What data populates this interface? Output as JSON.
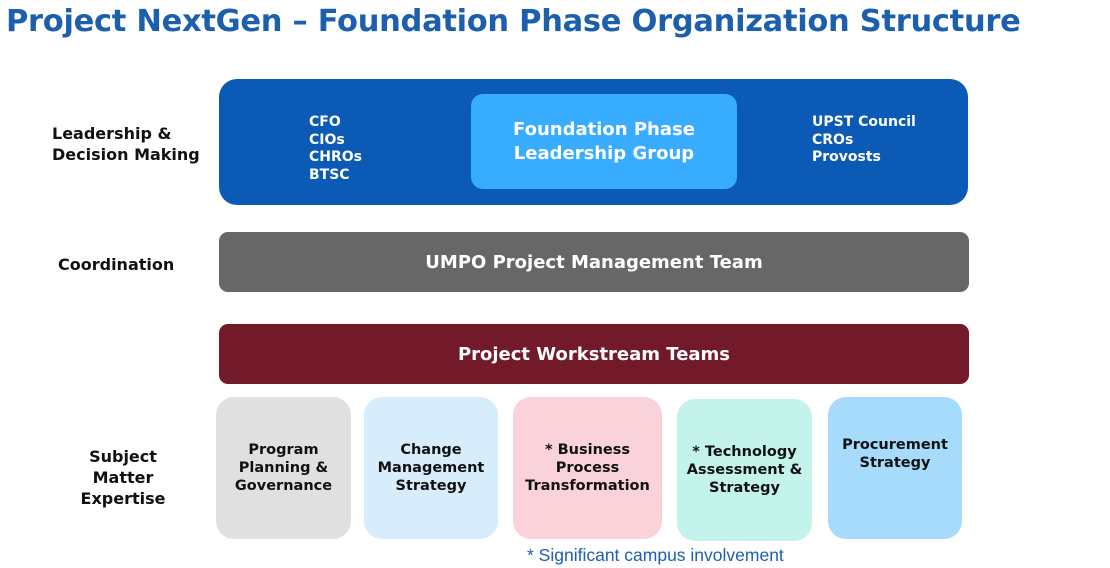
{
  "title": "Project NextGen – Foundation Phase Organization Structure",
  "rows": {
    "leadership": "Leadership &\nDecision Making",
    "coordination": "Coordination",
    "sme": "Subject Matter\nExpertise"
  },
  "leadership_box": {
    "left_list": [
      "CFO",
      "CIOs",
      "CHROs",
      "BTSC"
    ],
    "center": "Foundation Phase\nLeadership Group",
    "right_list": [
      "UPST Council",
      "CROs",
      "Provosts"
    ]
  },
  "coordination_bar": "UMPO Project Management Team",
  "workstream_bar": "Project Workstream Teams",
  "workstreams": [
    "Program\nPlanning &\nGovernance",
    "Change\nManagement\nStrategy",
    "* Business\nProcess\nTransformation",
    "* Technology\nAssessment &\nStrategy",
    "Procurement\nStrategy"
  ],
  "footnote": "* Significant campus involvement",
  "colors": {
    "title": "#1c5fad",
    "leadership_box": "#0b5ab5",
    "center_box": "#38acff",
    "coordination_bar": "#676767",
    "workstream_bar": "#731a2a",
    "cards": [
      "#e0e0e0",
      "#d7edfc",
      "#f9d2da",
      "#c3f3ea",
      "#a7dbfb"
    ]
  }
}
